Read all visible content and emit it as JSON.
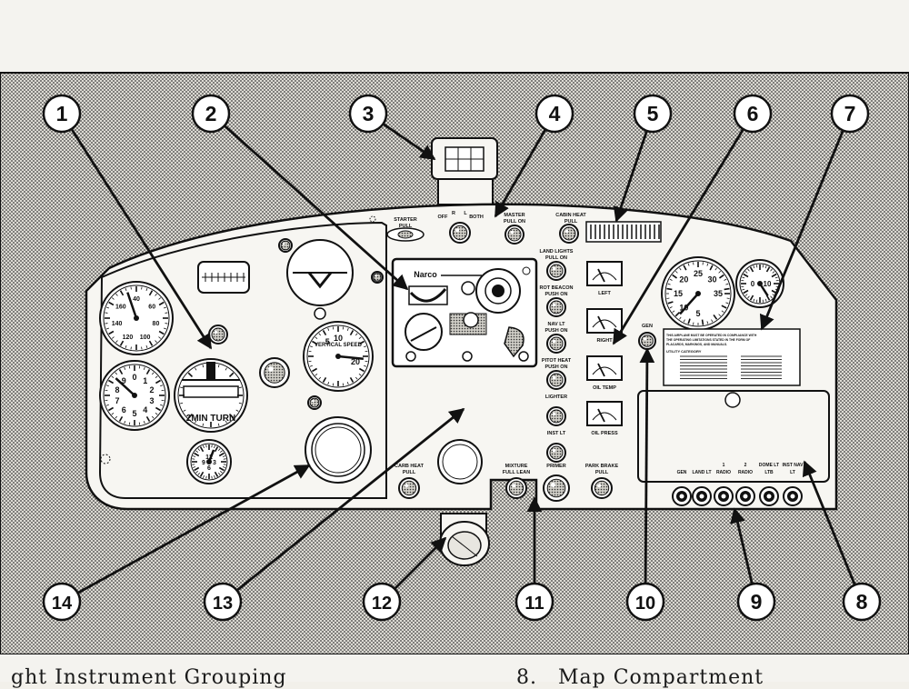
{
  "callouts": [
    {
      "n": "1"
    },
    {
      "n": "2"
    },
    {
      "n": "3"
    },
    {
      "n": "4"
    },
    {
      "n": "5"
    },
    {
      "n": "6"
    },
    {
      "n": "7"
    },
    {
      "n": "8"
    },
    {
      "n": "9"
    },
    {
      "n": "10"
    },
    {
      "n": "11"
    },
    {
      "n": "12"
    },
    {
      "n": "13"
    },
    {
      "n": "14"
    }
  ],
  "labels": {
    "starter": "STARTER",
    "starter_pull": "PULL",
    "mag_off": "OFF",
    "mag_r": "R",
    "mag_l": "L",
    "mag_both": "BOTH",
    "master": "MASTER",
    "master_pull": "PULL ON",
    "cabin_heat": "CABIN HEAT",
    "cabin_pull": "PULL",
    "land_lights": "LAND LIGHTS",
    "land_pull": "PULL ON",
    "rot_beacon": "ROT BEACON",
    "rot_push": "PUSH ON",
    "nav_lt": "NAV LT",
    "nav_push": "PUSH ON",
    "pitot_heat": "PITOT HEAT",
    "pitot_push": "PUSH ON",
    "lighter": "LIGHTER",
    "inst_lt": "INST LT",
    "carb_heat": "CARB HEAT",
    "carb_pull": "PULL",
    "mixture": "MIXTURE",
    "mixture_sub": "FULL LEAN",
    "primer": "PRIMER",
    "park_brake": "PARK BRAKE",
    "park_pull": "PULL",
    "gen": "GEN",
    "left": "LEFT",
    "right": "RIGHT",
    "oil_temp": "OIL TEMP",
    "oil_press": "OIL PRESS",
    "radio_brand": "Narco",
    "vertical_speed": "VERTICAL SPEED",
    "turn": "2MIN TURN",
    "fuse_labels": [
      "GEN",
      "LAND LT",
      "1 RADIO",
      "2 RADIO",
      "DOME LT LTB",
      "INST NAV LT"
    ],
    "placard_title": "THIS AIRPLANE MUST BE OPERATED IN COMPLIANCE WITH THE OPERATING LIMITATIONS STATED IN THE FORM OF PLACARDS, MARKINGS, AND MANUALS.",
    "placard_cat": "UTILITY CATEGORY"
  },
  "caption": {
    "left": "ght Instrument Grouping",
    "num": "8.",
    "right": "Map Compartment"
  }
}
